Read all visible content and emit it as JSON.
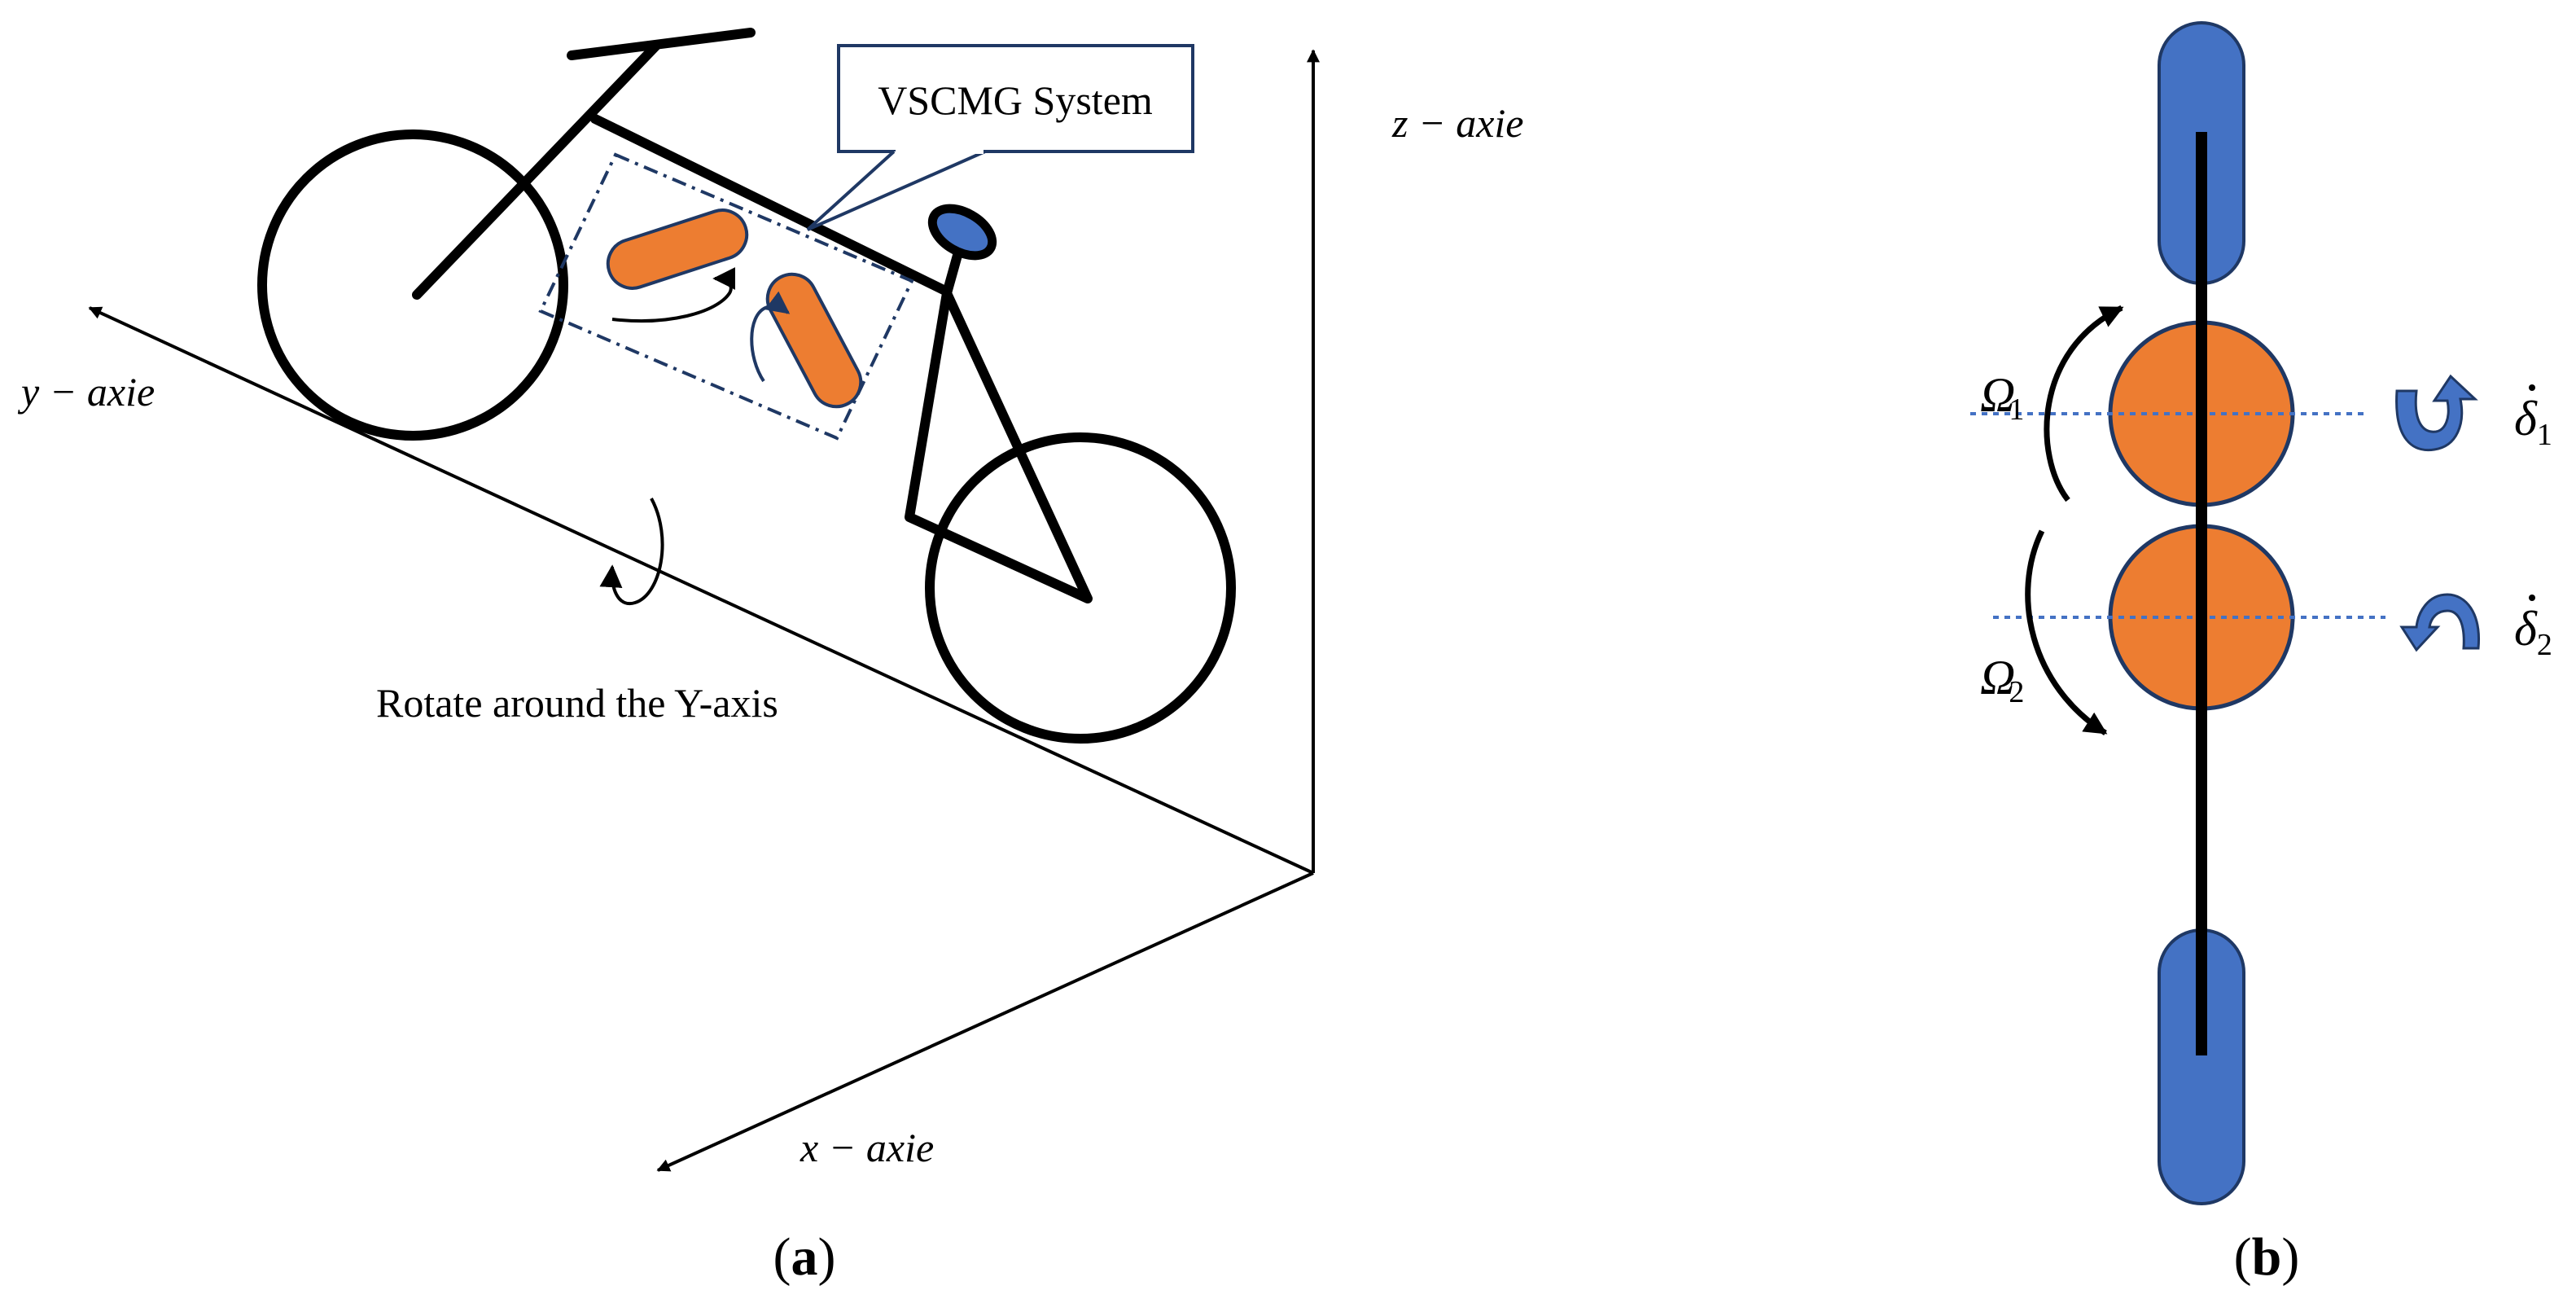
{
  "panel_a": {
    "caption": {
      "open": "(",
      "letter": "a",
      "close": ")"
    },
    "callout": "VSCMG System",
    "rotate_label": "Rotate around the Y-axis",
    "axes": {
      "z": "z − axie",
      "y": "y − axie",
      "x": "x − axie"
    }
  },
  "panel_b": {
    "caption": {
      "open": "(",
      "letter": "b",
      "close": ")"
    },
    "omega1": {
      "symbol": "Ω",
      "sub": "1"
    },
    "omega2": {
      "symbol": "Ω",
      "sub": "2"
    },
    "delta1": {
      "symbol": "δ",
      "sub": "1"
    },
    "delta2": {
      "symbol": "δ",
      "sub": "2"
    }
  },
  "colors": {
    "flywheel_orange": "#ED7D31",
    "blue": "#4472C4",
    "dark_blue": "#1F3864",
    "line": "#000000"
  },
  "icons": {
    "rotation_arrow": "curved-arrow-icon",
    "precession_arrow": "blue-curved-arrow-icon"
  }
}
